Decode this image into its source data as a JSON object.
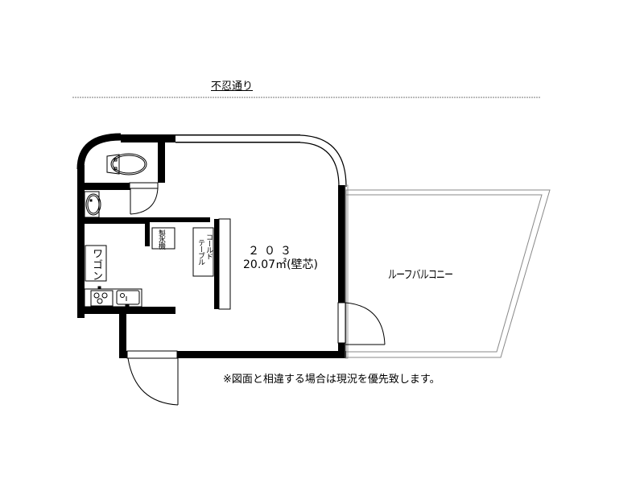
{
  "plan": {
    "street_label": "不忍通り",
    "room_number": "２０３",
    "room_area": "20.07㎡(壁芯)",
    "balcony_label": "ルーフバルコニー",
    "fixtures": {
      "icemaker": "製氷機",
      "cold_table_line1": "コールド",
      "cold_table_line2": "テーブル",
      "wagon": "ワゴン"
    },
    "note": "※図面と相違する場合は現況を優先致します。"
  },
  "colors": {
    "wall": "#000000",
    "line": "#000000",
    "balcony_line": "#888888",
    "background": "#ffffff"
  }
}
